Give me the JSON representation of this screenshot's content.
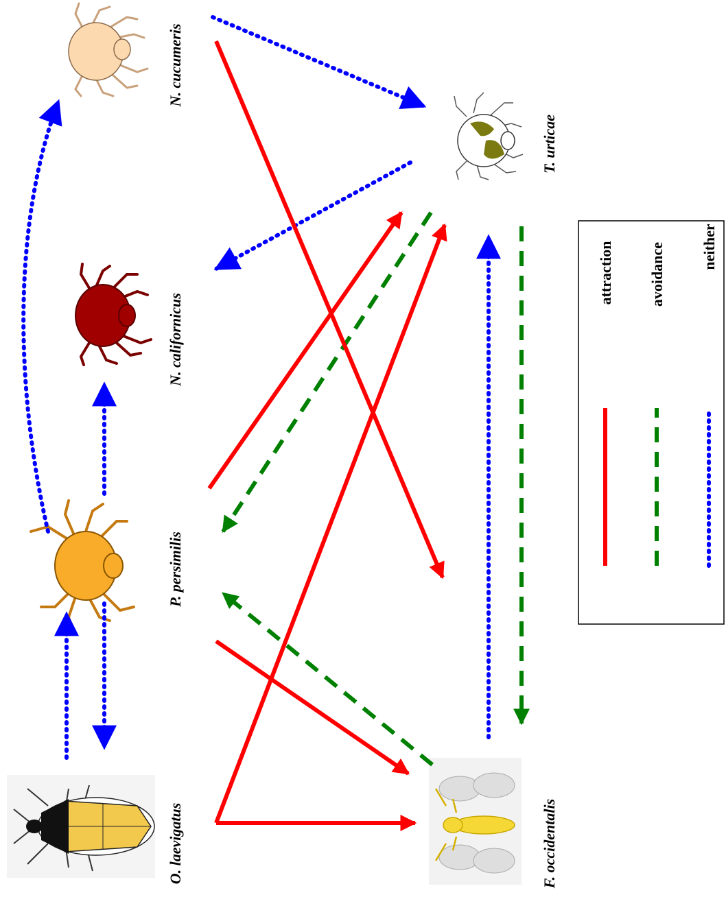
{
  "species": {
    "o_laevigatus": "O. laevigatus",
    "p_persimilis": "P. persimilis",
    "n_californicus": "N. californicus",
    "n_cucumeris": "N. cucumeris",
    "t_urticae": "T. urticae",
    "f_occidentalis": "F. occidentalis"
  },
  "legend": {
    "attraction": "attraction",
    "avoidance": "avoidance",
    "neither": "neither"
  },
  "colors": {
    "attraction": "#ff0000",
    "avoidance": "#008000",
    "neither": "#0000ff"
  },
  "relations": [
    {
      "from": "O. laevigatus",
      "to": "P. persimilis",
      "type": "neither"
    },
    {
      "from": "P. persimilis",
      "to": "O. laevigatus",
      "type": "neither"
    },
    {
      "from": "P. persimilis",
      "to": "N. californicus",
      "type": "neither"
    },
    {
      "from": "P. persimilis",
      "to": "N. cucumeris",
      "type": "neither"
    },
    {
      "from": "N. cucumeris",
      "to": "T. urticae",
      "type": "neither"
    },
    {
      "from": "T. urticae",
      "to": "N. californicus",
      "type": "neither"
    },
    {
      "from": "F. occidentalis",
      "to": "T. urticae",
      "type": "neither"
    },
    {
      "from": "T. urticae",
      "to": "F. occidentalis",
      "type": "avoidance"
    },
    {
      "from": "T. urticae",
      "to": "P. persimilis",
      "type": "avoidance"
    },
    {
      "from": "F. occidentalis",
      "to": "P. persimilis",
      "type": "avoidance"
    },
    {
      "from": "P. persimilis",
      "to": "T. urticae",
      "type": "attraction"
    },
    {
      "from": "O. laevigatus",
      "to": "T. urticae",
      "type": "attraction"
    },
    {
      "from": "O. laevigatus",
      "to": "F. occidentalis",
      "type": "attraction"
    },
    {
      "from": "P. persimilis",
      "to": "F. occidentalis",
      "type": "attraction"
    },
    {
      "from": "N. cucumeris",
      "to": "F. occidentalis",
      "type": "attraction"
    }
  ]
}
